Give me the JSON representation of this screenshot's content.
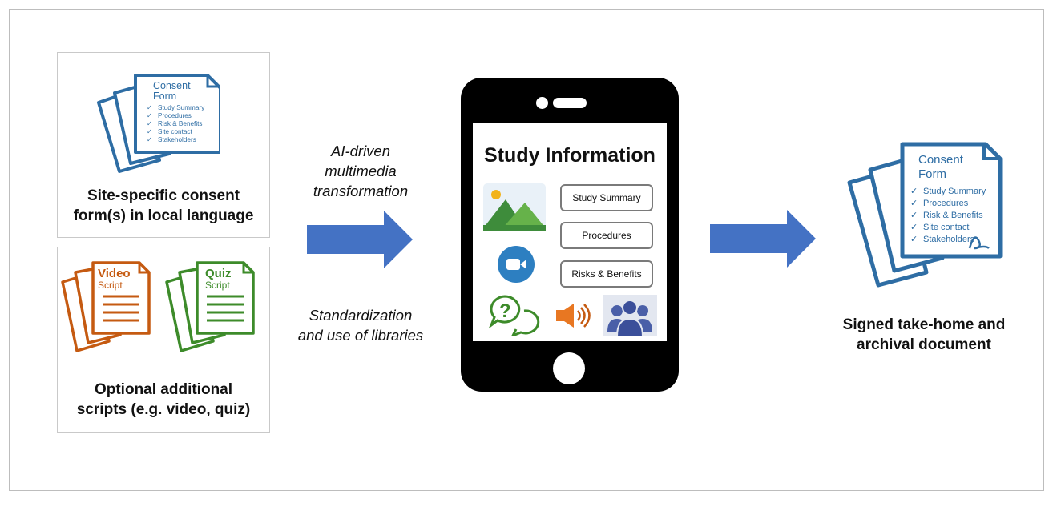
{
  "consent_form": {
    "title_line1": "Consent",
    "title_line2": "Form",
    "items": [
      "Study Summary",
      "Procedures",
      "Risk & Benefits",
      "Site contact",
      "Stakeholders"
    ],
    "color": "#2e6da4"
  },
  "input_top": {
    "caption_line1": "Site-specific consent",
    "caption_line2": "form(s) in local language"
  },
  "input_bottom": {
    "video_title": "Video",
    "video_sub": "Script",
    "video_color": "#c55a11",
    "quiz_title": "Quiz",
    "quiz_sub": "Script",
    "quiz_color": "#3d8b2a",
    "caption_line1": "Optional additional",
    "caption_line2": "scripts (e.g. video, quiz)"
  },
  "arrow_top_note": {
    "line1": "AI-driven",
    "line2": "multimedia",
    "line3": "transformation"
  },
  "arrow_bottom_note": {
    "line1": "Standardization",
    "line2": "and use of libraries"
  },
  "phone": {
    "screen_title": "Study Information",
    "buttons": [
      "Study Summary",
      "Procedures",
      "Risks & Benefits"
    ],
    "icons": [
      "image-icon",
      "video-camera-icon",
      "question-chat-icon",
      "speaker-icon",
      "people-icon"
    ]
  },
  "output": {
    "caption_line1": "Signed take-home and",
    "caption_line2": "archival document"
  },
  "colors": {
    "arrow": "#4472c4",
    "form_blue": "#2e6da4",
    "orange": "#c55a11",
    "green": "#3d8b2a"
  }
}
